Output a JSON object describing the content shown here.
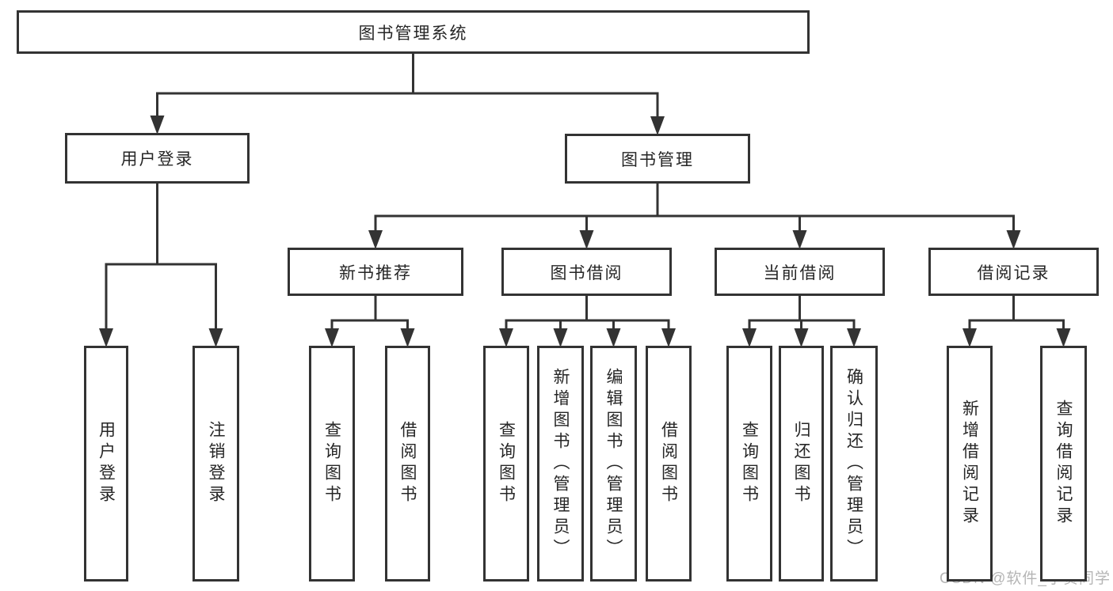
{
  "diagram_title": "图书管理系统",
  "tree": {
    "label": "图书管理系统",
    "children": [
      {
        "label": "用户登录",
        "children": [
          {
            "label": "用户登录"
          },
          {
            "label": "注销登录"
          }
        ]
      },
      {
        "label": "图书管理",
        "children": [
          {
            "label": "新书推荐",
            "children": [
              {
                "label": "查询图书"
              },
              {
                "label": "借阅图书"
              }
            ]
          },
          {
            "label": "图书借阅",
            "children": [
              {
                "label": "查询图书"
              },
              {
                "label": "新增图书（管理员）"
              },
              {
                "label": "编辑图书（管理员）"
              },
              {
                "label": "借阅图书"
              }
            ]
          },
          {
            "label": "当前借阅",
            "children": [
              {
                "label": "查询图书"
              },
              {
                "label": "归还图书"
              },
              {
                "label": "确认归还（管理员）"
              }
            ]
          },
          {
            "label": "借阅记录",
            "children": [
              {
                "label": "新增借阅记录"
              },
              {
                "label": "查询借阅记录"
              }
            ]
          }
        ]
      }
    ]
  },
  "watermark": {
    "text": "CSDN @软件_小贺同学",
    "color": "#b5b5b5"
  },
  "colors": {
    "line": "#333333",
    "box_border": "#333333",
    "box_fill": "#ffffff",
    "text": "#262626",
    "background": "#ffffff"
  }
}
